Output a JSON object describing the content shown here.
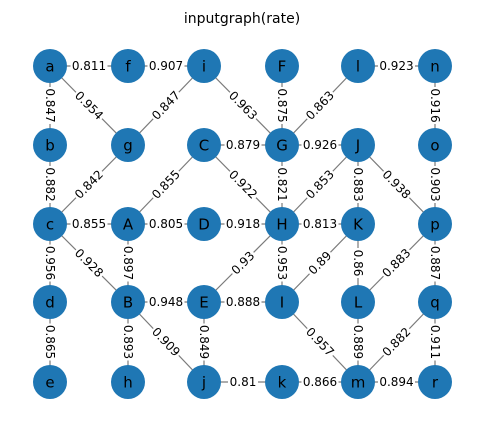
{
  "title": "inputgraph(rate)",
  "colors": {
    "node": "#1f77b4",
    "edge": "#7a7a7a",
    "label_bg": "#ffffff"
  },
  "nodes": [
    {
      "id": "a",
      "label": "a"
    },
    {
      "id": "f",
      "label": "f"
    },
    {
      "id": "i",
      "label": "i"
    },
    {
      "id": "F",
      "label": "F"
    },
    {
      "id": "l",
      "label": "l"
    },
    {
      "id": "n",
      "label": "n"
    },
    {
      "id": "b",
      "label": "b"
    },
    {
      "id": "g",
      "label": "g"
    },
    {
      "id": "C",
      "label": "C"
    },
    {
      "id": "G",
      "label": "G"
    },
    {
      "id": "J",
      "label": "J"
    },
    {
      "id": "o",
      "label": "o"
    },
    {
      "id": "c",
      "label": "c"
    },
    {
      "id": "A",
      "label": "A"
    },
    {
      "id": "D",
      "label": "D"
    },
    {
      "id": "H",
      "label": "H"
    },
    {
      "id": "K",
      "label": "K"
    },
    {
      "id": "p",
      "label": "p"
    },
    {
      "id": "d",
      "label": "d"
    },
    {
      "id": "B",
      "label": "B"
    },
    {
      "id": "E",
      "label": "E"
    },
    {
      "id": "I",
      "label": "I"
    },
    {
      "id": "L",
      "label": "L"
    },
    {
      "id": "q",
      "label": "q"
    },
    {
      "id": "e",
      "label": "e"
    },
    {
      "id": "h",
      "label": "h"
    },
    {
      "id": "j",
      "label": "j"
    },
    {
      "id": "k",
      "label": "k"
    },
    {
      "id": "m",
      "label": "m"
    },
    {
      "id": "r",
      "label": "r"
    }
  ],
  "edges": [
    {
      "source": "a",
      "target": "f",
      "label": "0.811"
    },
    {
      "source": "f",
      "target": "i",
      "label": "0.907"
    },
    {
      "source": "l",
      "target": "n",
      "label": "0.923"
    },
    {
      "source": "a",
      "target": "b",
      "label": "0.847"
    },
    {
      "source": "a",
      "target": "g",
      "label": "0.954"
    },
    {
      "source": "i",
      "target": "g",
      "label": "0.847"
    },
    {
      "source": "i",
      "target": "G",
      "label": "0.963"
    },
    {
      "source": "F",
      "target": "G",
      "label": "0.875"
    },
    {
      "source": "l",
      "target": "G",
      "label": "0.863"
    },
    {
      "source": "n",
      "target": "o",
      "label": "0.916"
    },
    {
      "source": "C",
      "target": "G",
      "label": "0.879"
    },
    {
      "source": "G",
      "target": "J",
      "label": "0.926"
    },
    {
      "source": "b",
      "target": "c",
      "label": "0.882"
    },
    {
      "source": "g",
      "target": "c",
      "label": "0.842"
    },
    {
      "source": "C",
      "target": "A",
      "label": "0.855"
    },
    {
      "source": "C",
      "target": "H",
      "label": "0.922"
    },
    {
      "source": "G",
      "target": "H",
      "label": "0.821"
    },
    {
      "source": "J",
      "target": "H",
      "label": "0.853"
    },
    {
      "source": "J",
      "target": "K",
      "label": "0.883"
    },
    {
      "source": "J",
      "target": "p",
      "label": "0.938"
    },
    {
      "source": "o",
      "target": "p",
      "label": "0.903"
    },
    {
      "source": "c",
      "target": "A",
      "label": "0.855"
    },
    {
      "source": "A",
      "target": "D",
      "label": "0.805"
    },
    {
      "source": "D",
      "target": "H",
      "label": "0.918"
    },
    {
      "source": "H",
      "target": "K",
      "label": "0.813"
    },
    {
      "source": "c",
      "target": "d",
      "label": "0.956"
    },
    {
      "source": "c",
      "target": "B",
      "label": "0.928"
    },
    {
      "source": "A",
      "target": "B",
      "label": "0.897"
    },
    {
      "source": "H",
      "target": "E",
      "label": "0.93"
    },
    {
      "source": "H",
      "target": "I",
      "label": "0.953"
    },
    {
      "source": "K",
      "target": "I",
      "label": "0.89"
    },
    {
      "source": "K",
      "target": "L",
      "label": "0.86"
    },
    {
      "source": "p",
      "target": "L",
      "label": "0.883"
    },
    {
      "source": "p",
      "target": "q",
      "label": "0.887"
    },
    {
      "source": "B",
      "target": "E",
      "label": "0.948"
    },
    {
      "source": "E",
      "target": "I",
      "label": "0.888"
    },
    {
      "source": "d",
      "target": "e",
      "label": "0.865"
    },
    {
      "source": "B",
      "target": "h",
      "label": "0.893"
    },
    {
      "source": "B",
      "target": "j",
      "label": "0.909"
    },
    {
      "source": "E",
      "target": "j",
      "label": "0.849"
    },
    {
      "source": "I",
      "target": "m",
      "label": "0.957"
    },
    {
      "source": "L",
      "target": "m",
      "label": "0.889"
    },
    {
      "source": "q",
      "target": "m",
      "label": "0.882"
    },
    {
      "source": "q",
      "target": "r",
      "label": "0.911"
    },
    {
      "source": "j",
      "target": "k",
      "label": "0.81"
    },
    {
      "source": "k",
      "target": "m",
      "label": "0.866"
    },
    {
      "source": "m",
      "target": "r",
      "label": "0.894"
    }
  ]
}
